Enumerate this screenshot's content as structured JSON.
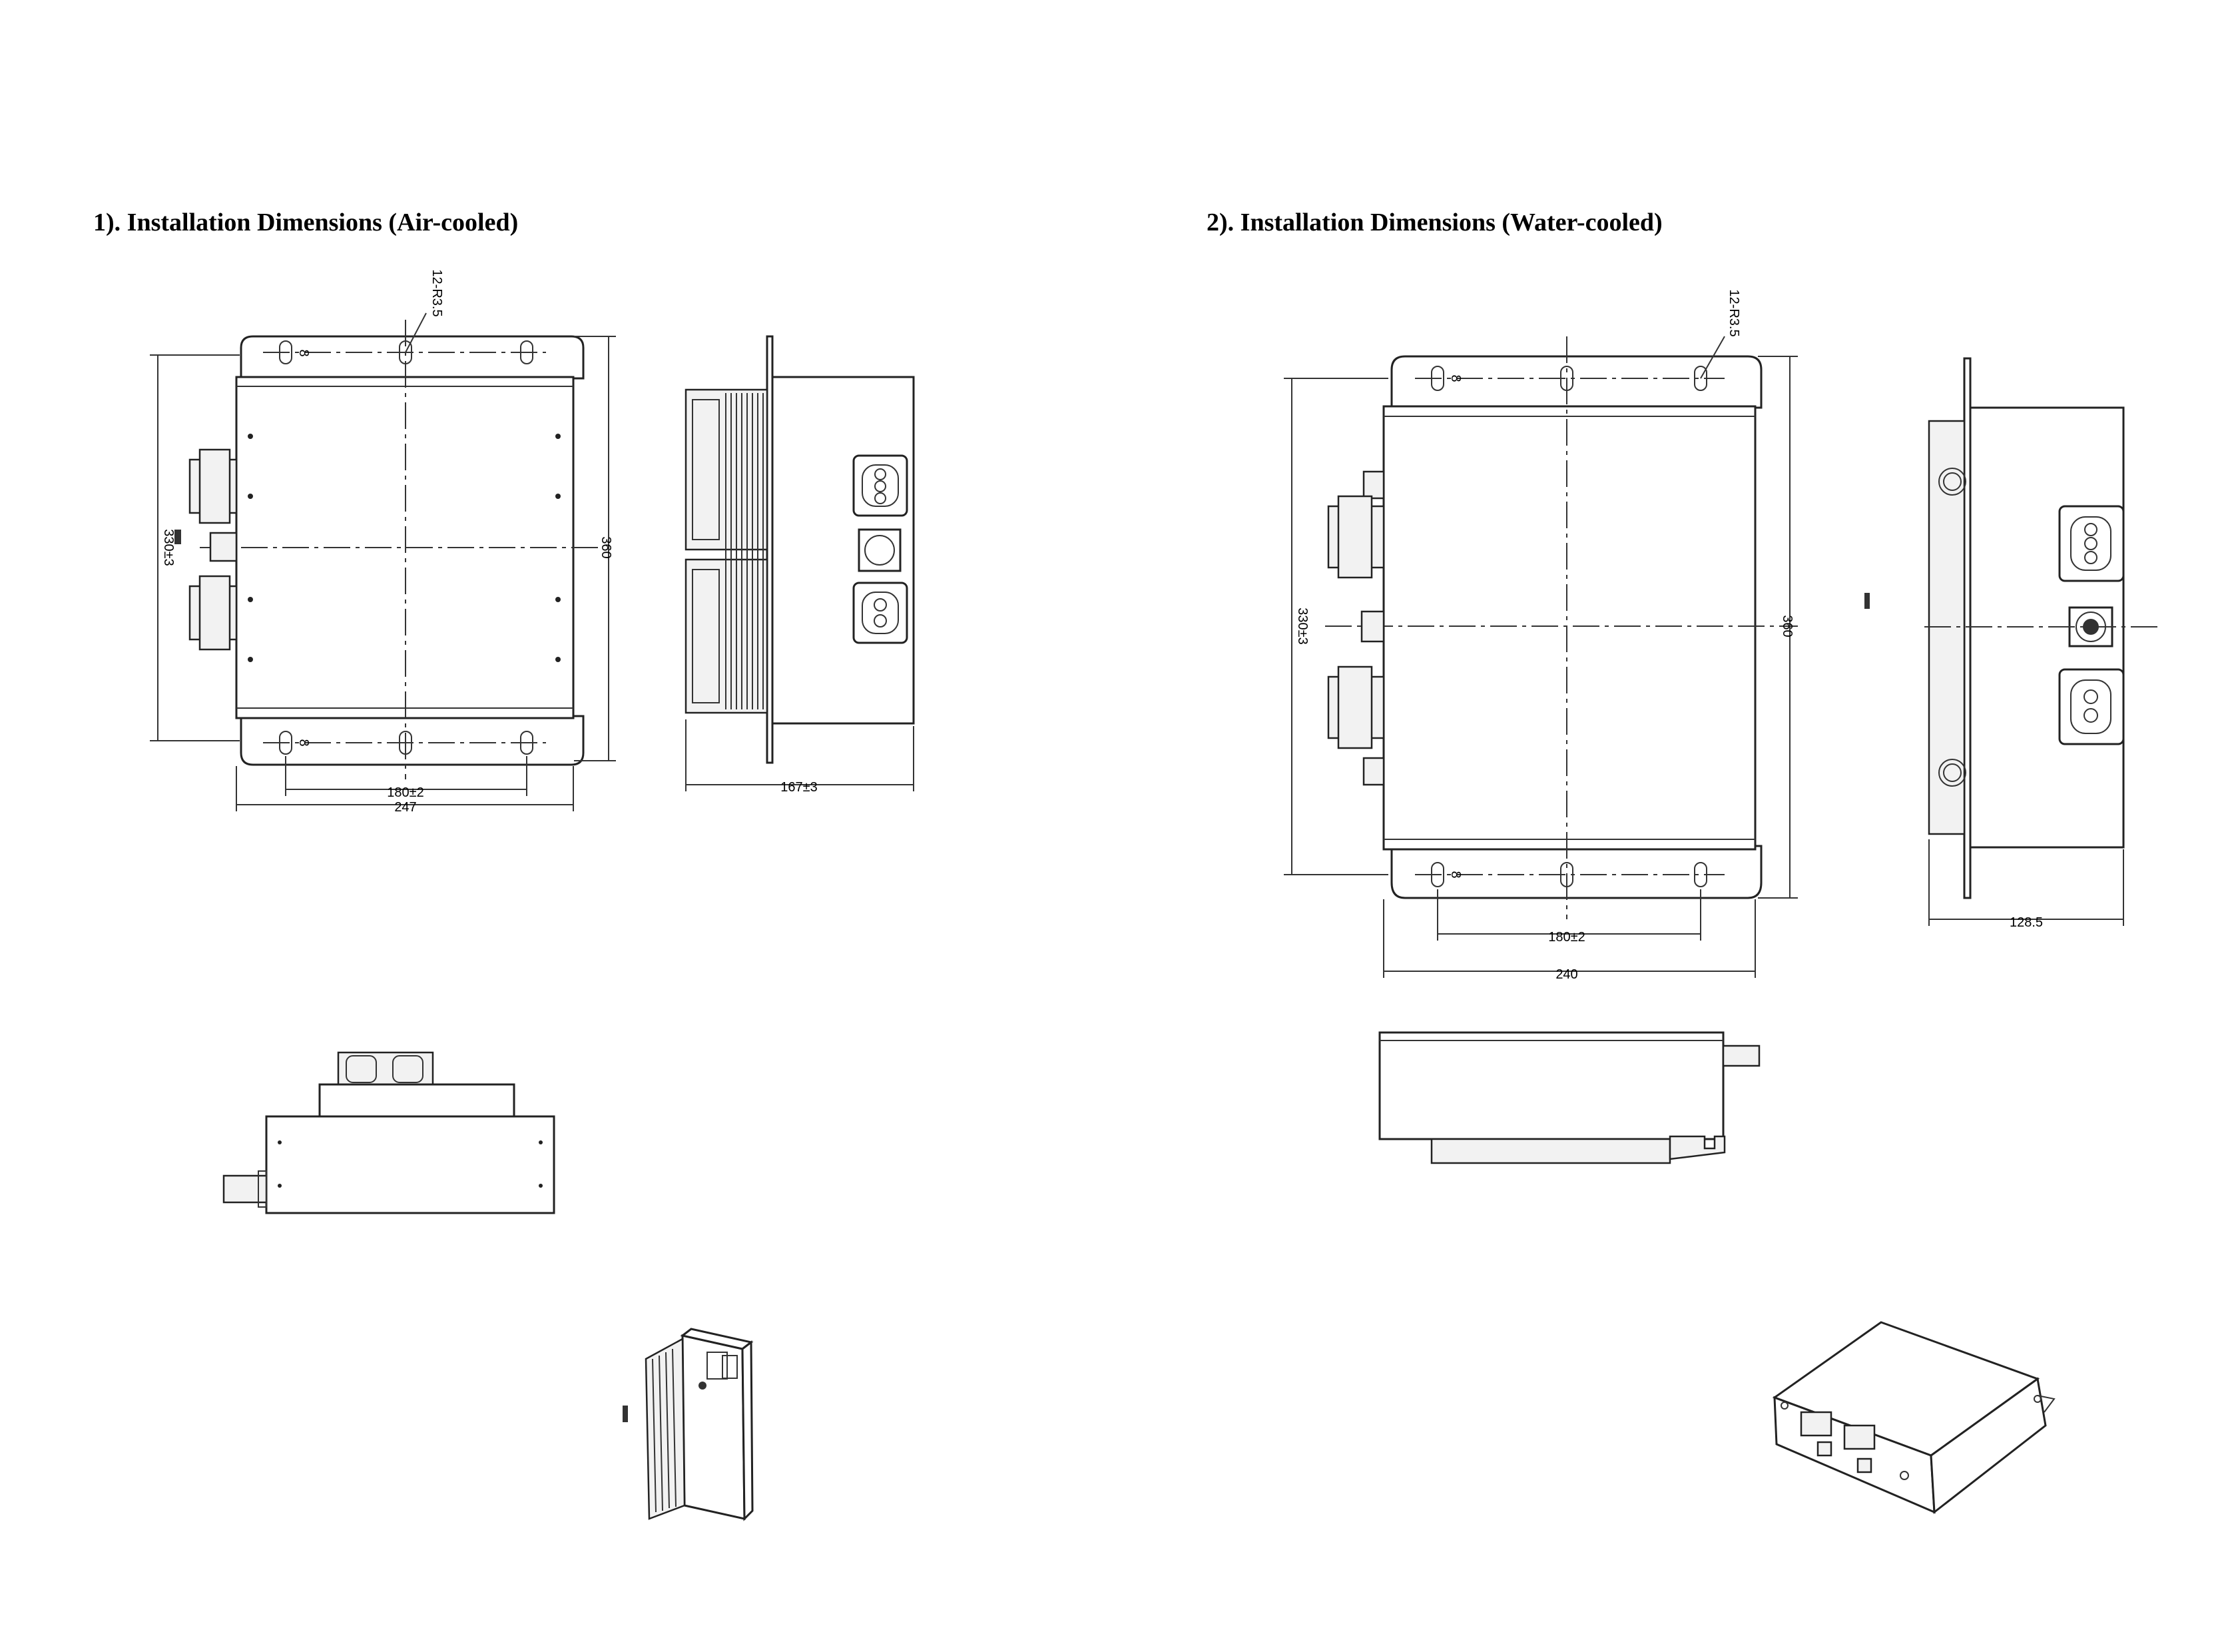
{
  "section_air": {
    "title": "1). Installation Dimensions (Air-cooled)",
    "hole_label": "12-R3.5",
    "slot_label": "8",
    "dim_height": "330±3",
    "dim_overall_height": "360",
    "dim_hole_spacing": "180±2",
    "dim_width": "247",
    "dim_depth": "167±3"
  },
  "section_water": {
    "title": "2). Installation Dimensions (Water-cooled)",
    "hole_label": "12-R3.5",
    "slot_label": "8",
    "dim_height": "330±3",
    "dim_overall_height": "360",
    "dim_hole_spacing": "180±2",
    "dim_width": "240",
    "dim_depth": "128.5"
  }
}
